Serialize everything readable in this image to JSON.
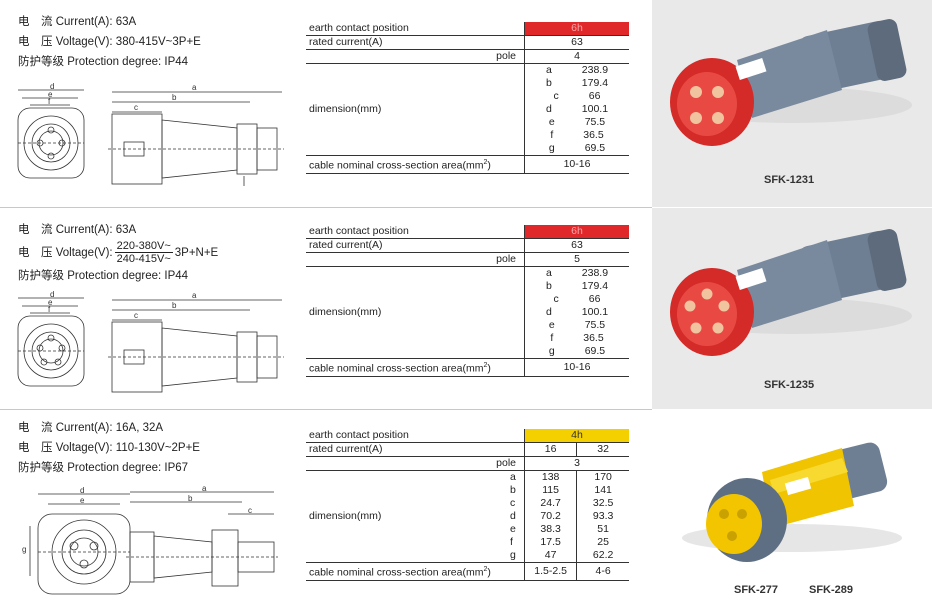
{
  "products": [
    {
      "specs": {
        "current_cn": "电　流",
        "current": "Current(A): 63A",
        "voltage_cn": "电　压",
        "voltage": "Voltage(V): 380-415V~3P+E",
        "protection_cn": "防护等级",
        "protection": "Protection degree: IP44"
      },
      "table": {
        "earth_label": "earth contact position",
        "earth_value": "6h",
        "rated_label": "rated current(A)",
        "rated_value": "63",
        "pole_label": "pole",
        "pole_value": "4",
        "dimension_label": "dimension(mm)",
        "dims": [
          {
            "k": "a",
            "v": "238.9"
          },
          {
            "k": "b",
            "v": "179.4"
          },
          {
            "k": "c",
            "v": "66"
          },
          {
            "k": "d",
            "v": "100.1"
          },
          {
            "k": "e",
            "v": "75.5"
          },
          {
            "k": "f",
            "v": "36.5"
          },
          {
            "k": "g",
            "v": "69.5"
          }
        ],
        "cable_label": "cable nominal cross-section area(mm",
        "cable_sup": "2",
        "cable_close": ")",
        "cable_value": "10-16"
      },
      "model": "SFK-1231"
    },
    {
      "specs": {
        "current_cn": "电　流",
        "current": "Current(A): 63A",
        "voltage_cn": "电　压",
        "voltage_prefix": "Voltage(V):",
        "voltage_top": "220-380V~",
        "voltage_bottom": "240-415V~",
        "voltage_suffix": "3P+N+E",
        "protection_cn": "防护等级",
        "protection": "Protection degree: IP44"
      },
      "table": {
        "earth_label": "earth contact position",
        "earth_value": "6h",
        "rated_label": "rated current(A)",
        "rated_value": "63",
        "pole_label": "pole",
        "pole_value": "5",
        "dimension_label": "dimension(mm)",
        "dims": [
          {
            "k": "a",
            "v": "238.9"
          },
          {
            "k": "b",
            "v": "179.4"
          },
          {
            "k": "c",
            "v": "66"
          },
          {
            "k": "d",
            "v": "100.1"
          },
          {
            "k": "e",
            "v": "75.5"
          },
          {
            "k": "f",
            "v": "36.5"
          },
          {
            "k": "g",
            "v": "69.5"
          }
        ],
        "cable_label": "cable nominal cross-section area(mm",
        "cable_sup": "2",
        "cable_close": ")",
        "cable_value": "10-16"
      },
      "model": "SFK-1235"
    },
    {
      "specs": {
        "current_cn": "电　流",
        "current": "Current(A): 16A, 32A",
        "voltage_cn": "电　压",
        "voltage": "Voltage(V): 110-130V~2P+E",
        "protection_cn": "防护等级",
        "protection": "Protection degree: IP67"
      },
      "table": {
        "earth_label": "earth contact position",
        "earth_value": "4h",
        "rated_label": "rated current(A)",
        "rated_values": [
          "16",
          "32"
        ],
        "pole_label": "pole",
        "pole_value": "3",
        "dimension_label": "dimension(mm)",
        "dims": [
          {
            "k": "a",
            "v1": "138",
            "v2": "170"
          },
          {
            "k": "b",
            "v1": "115",
            "v2": "141"
          },
          {
            "k": "c",
            "v1": "24.7",
            "v2": "32.5"
          },
          {
            "k": "d",
            "v1": "70.2",
            "v2": "93.3"
          },
          {
            "k": "e",
            "v1": "38.3",
            "v2": "51"
          },
          {
            "k": "f",
            "v1": "17.5",
            "v2": "25"
          },
          {
            "k": "g",
            "v1": "47",
            "v2": "62.2"
          }
        ],
        "cable_label": "cable nominal cross-section area(mm",
        "cable_sup": "2",
        "cable_close": ")",
        "cable_values": [
          "1.5-2.5",
          "4-6"
        ]
      },
      "models": [
        "SFK-277",
        "SFK-289"
      ]
    }
  ],
  "drawing_labels": {
    "a": "a",
    "b": "b",
    "c": "c",
    "d": "d",
    "e": "e",
    "f": "f",
    "g": "g"
  },
  "colors": {
    "red_socket": "#e0282b",
    "yellow_socket": "#f5d000",
    "plug_grey": "#6f7f93",
    "photo_bg": "#e9e9e9"
  }
}
